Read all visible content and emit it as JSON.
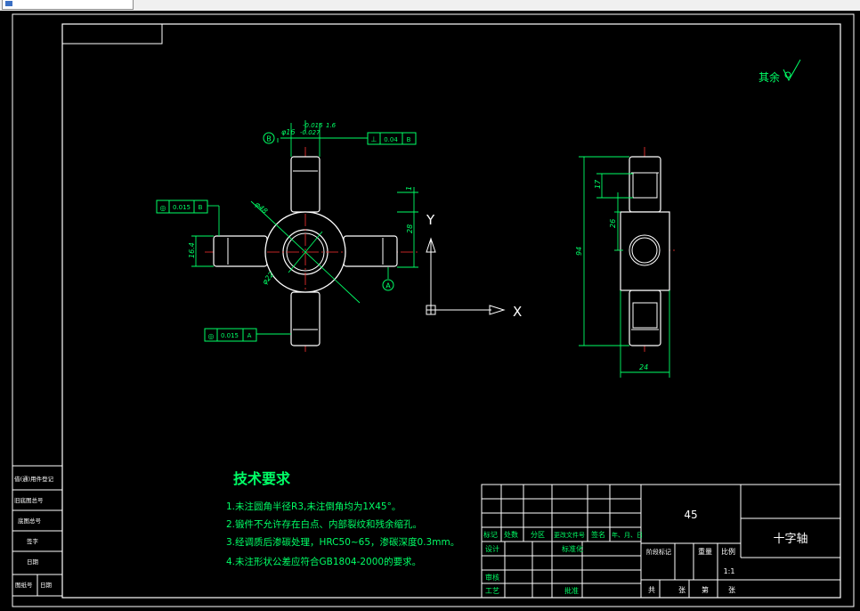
{
  "roughness_note": "其余",
  "material": "45",
  "part_name": "十字轴",
  "scale": "1:1",
  "tech": {
    "title": "技术要求",
    "items": [
      "1.未注圆角半径R3,未注倒角均为1X45°。",
      "2.锻件不允许存在白点、内部裂纹和残余缩孔。",
      "3.经调质后渗碳处理，HRC50~65，渗碳深度0.3mm。",
      "4.未注形状公差应符合GB1804-2000的要求。"
    ]
  },
  "tolerance_frames": {
    "top": {
      "sym": "⊥",
      "val": "0.04",
      "ref": "B"
    },
    "left": {
      "sym": "◎",
      "val": "0.015",
      "ref": "B"
    },
    "bottom": {
      "sym": "◎",
      "val": "0.015",
      "ref": "A"
    }
  },
  "datums": {
    "b": "B",
    "a": "A"
  },
  "dims": {
    "dia_shaft": "φ16",
    "dia_tol_upper": "-0.016",
    "dia_tol_lower": "-0.027",
    "ra_top": "1.6",
    "d_48": "φ48",
    "d_22": "φ22",
    "h_28": "28",
    "h_1": "1",
    "w_16": "16.4",
    "side_17": "17",
    "side_26": "26",
    "side_94": "94",
    "side_24": "24"
  },
  "axes": {
    "x": "X",
    "y": "Y"
  },
  "title_block": {
    "row_labels": [
      "标记",
      "处数",
      "分区",
      "更改文件号",
      "签名",
      "年、月、日"
    ],
    "design": "设计",
    "standard": "标准化",
    "review": "审核",
    "process": "工艺",
    "approve": "批准",
    "stage": "阶段标记",
    "weight": "重量",
    "ratio": "比例",
    "total": "共",
    "sheet": "张",
    "page": "第",
    "page_unit": "张"
  },
  "side_block": {
    "labels": [
      "借(通)用件登记",
      "旧底图总号",
      "底图总号",
      "签字",
      "日期"
    ],
    "bottom": [
      "图纸号",
      "日期"
    ]
  }
}
